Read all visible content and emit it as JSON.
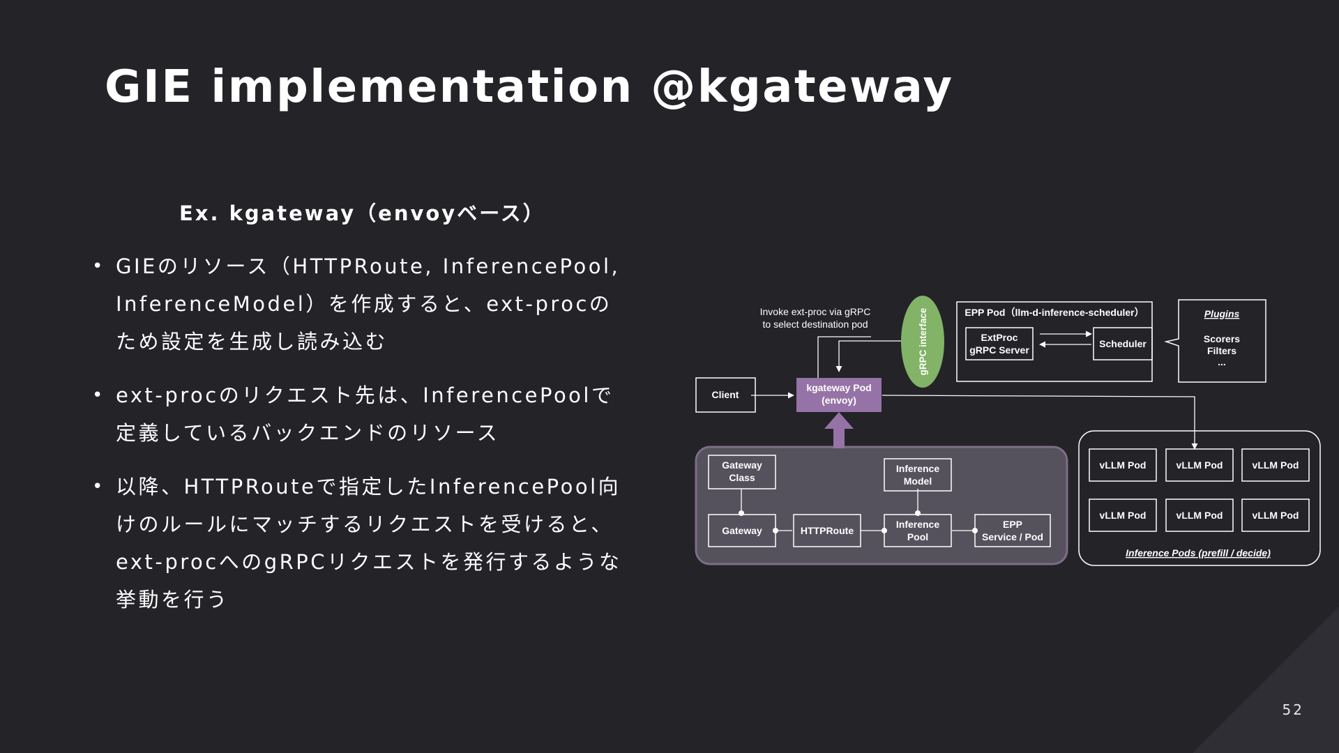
{
  "slide": {
    "title": "GIE implementation @kgateway",
    "subtitle": "Ex. kgateway（envoyベース）",
    "page_number": "52"
  },
  "bullets": [
    {
      "lines": [
        "GIEのリソース（HTTPRoute, InferencePool,",
        "InferenceModel）を作成すると、ext-procの",
        "ため設定を生成し読み込む"
      ]
    },
    {
      "lines": [
        "ext-procのリクエスト先は、InferencePoolで",
        "定義しているバックエンドのリソース"
      ]
    },
    {
      "lines": [
        "以降、HTTPRouteで指定したInferencePool向",
        "けのルールにマッチするリクエストを受けると、",
        "ext-procへのgRPCリクエストを発行するような",
        "挙動を行う"
      ]
    }
  ],
  "diagram": {
    "note_lines": [
      "Invoke ext-proc via gRPC",
      "to select destination pod"
    ],
    "grpc_interface": "gRPC interface",
    "client": "Client",
    "kgateway_pod": [
      "kgateway Pod",
      "(envoy)"
    ],
    "epp_pod_title": "EPP Pod（llm-d-inference-scheduler）",
    "extproc": [
      "ExtProc",
      "gRPC Server"
    ],
    "scheduler": "Scheduler",
    "plugins": {
      "title": "Plugins",
      "items": [
        "Scorers",
        "Filters",
        "..."
      ]
    },
    "gateway_class": [
      "Gateway",
      "Class"
    ],
    "gateway": "Gateway",
    "httproute": "HTTPRoute",
    "inference_model": [
      "Inference",
      "Model"
    ],
    "inference_pool": [
      "Inference",
      "Pool"
    ],
    "epp_service": [
      "EPP",
      "Service / Pod"
    ],
    "vllm_pods": [
      "vLLM Pod",
      "vLLM Pod",
      "vLLM Pod",
      "vLLM Pod",
      "vLLM Pod",
      "vLLM Pod"
    ],
    "inference_pods_label": "Inference Pods (prefill / decide)",
    "colors": {
      "background": "#232328",
      "grpc_ellipse": "#82b366",
      "kgateway_box": "#9673a6",
      "gateway_panel_fill": "#55525e",
      "gateway_panel_stroke": "#7e6d86"
    }
  }
}
